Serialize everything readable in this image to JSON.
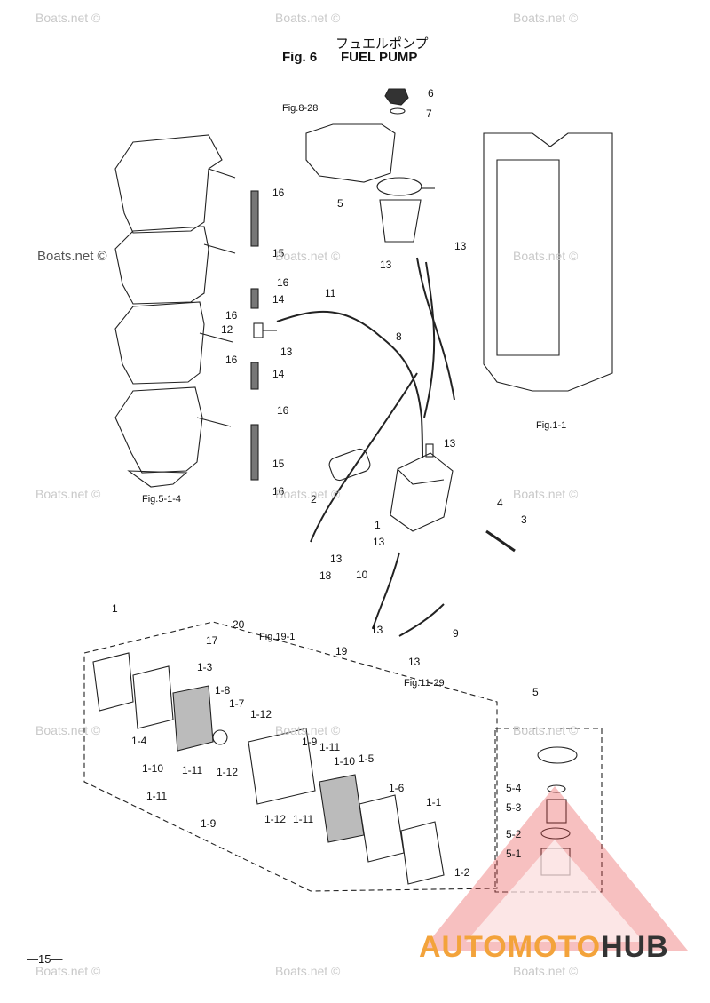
{
  "header": {
    "title_jp": "フュエルポンプ",
    "fig_label": "Fig. 6",
    "title_en": "FUEL PUMP"
  },
  "page_number": "—15—",
  "watermark": "Boats.net ©",
  "brand": {
    "part_a": "AUTOMOTO",
    "part_b": "HUB",
    "accent_color": "#f3a33b",
    "triangle_color": "#e94a4a"
  },
  "references": {
    "fig_8_28": "Fig.8-28",
    "fig_1_1": "Fig.1-1",
    "fig_5_1_4": "Fig.5-1-4",
    "fig_19_1": "Fig.19-1",
    "fig_11_29": "Fig.11-29"
  },
  "callouts": {
    "c6": "6",
    "c7": "7",
    "c5": "5",
    "c13a": "13",
    "c13b": "13",
    "c13c": "13",
    "c13d": "13",
    "c13e": "13",
    "c13f": "13",
    "c13g": "13",
    "c13h": "13",
    "c16a": "16",
    "c16b": "16",
    "c16c": "16",
    "c16d": "16",
    "c16e": "16",
    "c16f": "16",
    "c15a": "15",
    "c15b": "15",
    "c14a": "14",
    "c14b": "14",
    "c12": "12",
    "c11": "11",
    "c8": "8",
    "c2": "2",
    "c1": "1",
    "c4": "4",
    "c3": "3",
    "c18": "18",
    "c10": "10",
    "c9": "9",
    "c19": "19",
    "c17": "17",
    "c20": "20",
    "d1": "1",
    "d1_3": "1-3",
    "d1_8": "1-8",
    "d1_7": "1-7",
    "d1_12a": "1-12",
    "d1_4": "1-4",
    "d1_9a": "1-9",
    "d1_11a": "1-11",
    "d1_10a": "1-10",
    "d1_5": "1-5",
    "d1_12b": "1-12",
    "d1_10b": "1-10",
    "d1_11b": "1-11",
    "d1_11c": "1-11",
    "d1_9b": "1-9",
    "d1_12c": "1-12",
    "d1_11d": "1-11",
    "d1_6": "1-6",
    "d1_1": "1-1",
    "d1_2": "1-2",
    "e5": "5",
    "e5_4": "5-4",
    "e5_3": "5-3",
    "e5_2": "5-2",
    "e5_1": "5-1"
  }
}
